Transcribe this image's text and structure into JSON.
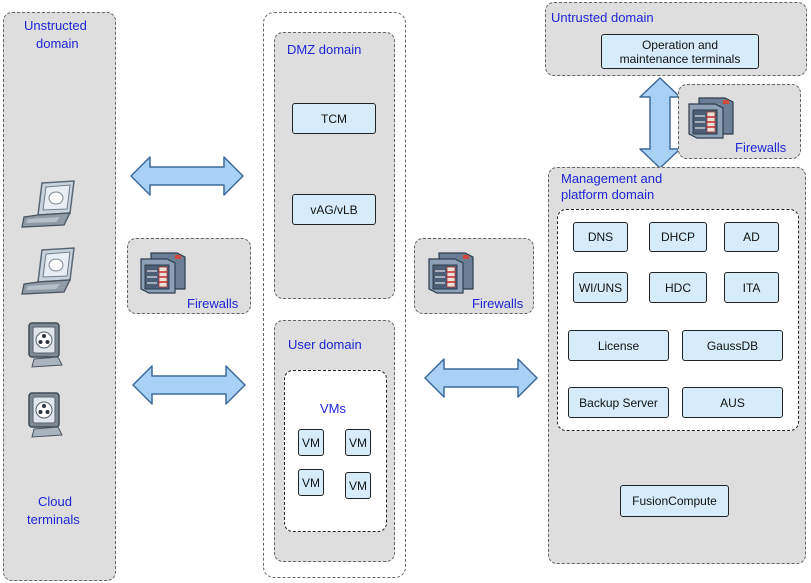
{
  "left_zone": {
    "title_line1": "Unstructed",
    "title_line2": "domain",
    "bottom_line1": "Cloud",
    "bottom_line2": "terminals"
  },
  "dmz": {
    "title": "DMZ domain",
    "items": [
      "TCM",
      "vAG/vLB"
    ]
  },
  "user_domain": {
    "title": "User domain",
    "vms_title": "VMs",
    "vm_label": "VM"
  },
  "firewalls_left": {
    "label": "Firewalls"
  },
  "firewalls_mid": {
    "label": "Firewalls"
  },
  "firewalls_right": {
    "label": "Firewalls"
  },
  "untrusted_zone": {
    "title": "Untrusted domain",
    "terminal_line1": "Operation and",
    "terminal_line2": "maintenance terminals"
  },
  "management": {
    "title_line1": "Management and",
    "title_line2": "platform domain",
    "services_row1": [
      "DNS",
      "DHCP",
      "AD"
    ],
    "services_row2": [
      "WI/UNS",
      "HDC",
      "ITA"
    ],
    "services_row3": [
      "License",
      "GaussDB"
    ],
    "services_row4": [
      "Backup Server",
      "AUS"
    ],
    "compute": "FusionCompute"
  },
  "colors": {
    "zone_fill": "#dedede",
    "title_blue": "#1f25d6",
    "box_fill": "#d6ecfb",
    "arrow_fill": "#a9d0f5",
    "arrow_stroke": "#3d6a9c"
  }
}
